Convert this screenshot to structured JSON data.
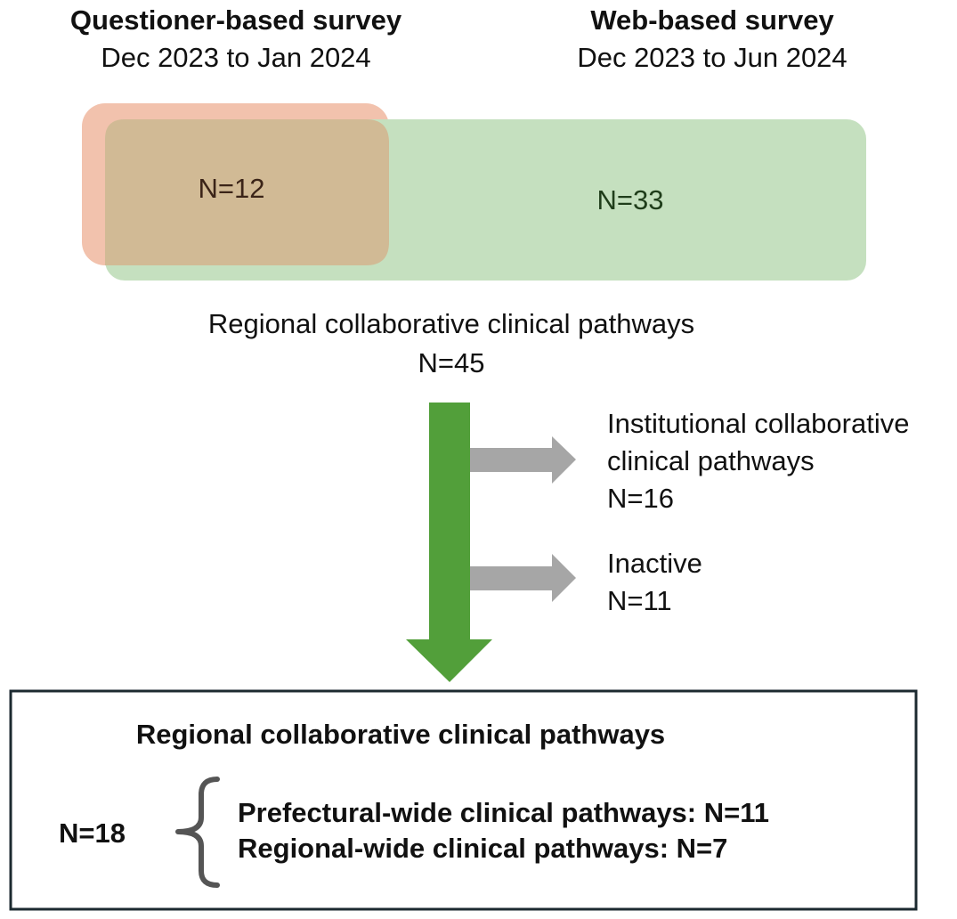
{
  "surveys": {
    "questioner": {
      "title": "Questioner-based survey",
      "period": "Dec 2023 to Jan 2024",
      "count": "N=12"
    },
    "web": {
      "title": "Web-based survey",
      "period": "Dec 2023 to Jun 2024",
      "count": "N=33"
    }
  },
  "total": {
    "label": "Regional collaborative clinical pathways",
    "count": "N=45"
  },
  "excluded": [
    {
      "line1": "Institutional collaborative",
      "line2": "clinical pathways",
      "count": "N=16"
    },
    {
      "line1": "Inactive",
      "count": "N=11"
    }
  ],
  "result": {
    "title": "Regional collaborative clinical pathways",
    "count": "N=18",
    "items": [
      "Prefectural-wide clinical pathways: N=11",
      "Regional-wide clinical pathways: N=7"
    ]
  },
  "colors": {
    "questioner_fill": "#f2c2ad",
    "web_fill": "#c5e0bf",
    "overlap_fill": "#d1ba95",
    "main_arrow": "#529f3a",
    "side_arrow": "#a6a6a6",
    "box_border": "#1c2a30"
  }
}
